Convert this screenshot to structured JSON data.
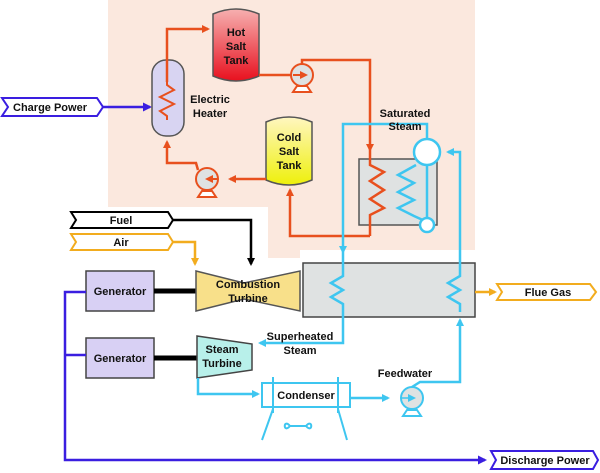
{
  "colors": {
    "molten_salt": "#e8501e",
    "water_steam": "#3ec6f0",
    "power": "#3a1ee0",
    "fuel": "#000000",
    "air": "#f2ac1e",
    "storage_zone_bg": "#fbe8de",
    "hot_tank": "#e8202a",
    "cold_tank": "#f5f530",
    "heater_fill": "#d8d4f2",
    "generator_fill": "#d8d0f4",
    "combustion_turbine_fill": "#f8e08a",
    "steam_turbine_fill": "#b8f0ea",
    "hrsg_fill": "#dfe2e2"
  },
  "labels": {
    "charge_power": "Charge Power",
    "discharge_power": "Discharge Power",
    "hot_salt_tank": [
      "Hot",
      "Salt",
      "Tank"
    ],
    "cold_salt_tank": [
      "Cold",
      "Salt",
      "Tank"
    ],
    "electric_heater": [
      "Electric",
      "Heater"
    ],
    "saturated_steam": [
      "Saturated",
      "Steam"
    ],
    "fuel": "Fuel",
    "air": "Air",
    "generator_1": "Generator",
    "generator_2": "Generator",
    "combustion_turbine": [
      "Combustion",
      "Turbine"
    ],
    "steam_turbine": [
      "Steam",
      "Turbine"
    ],
    "superheated_steam": [
      "Superheated",
      "Steam"
    ],
    "flue_gas": "Flue Gas",
    "condenser": "Condenser",
    "feedwater": "Feedwater"
  }
}
